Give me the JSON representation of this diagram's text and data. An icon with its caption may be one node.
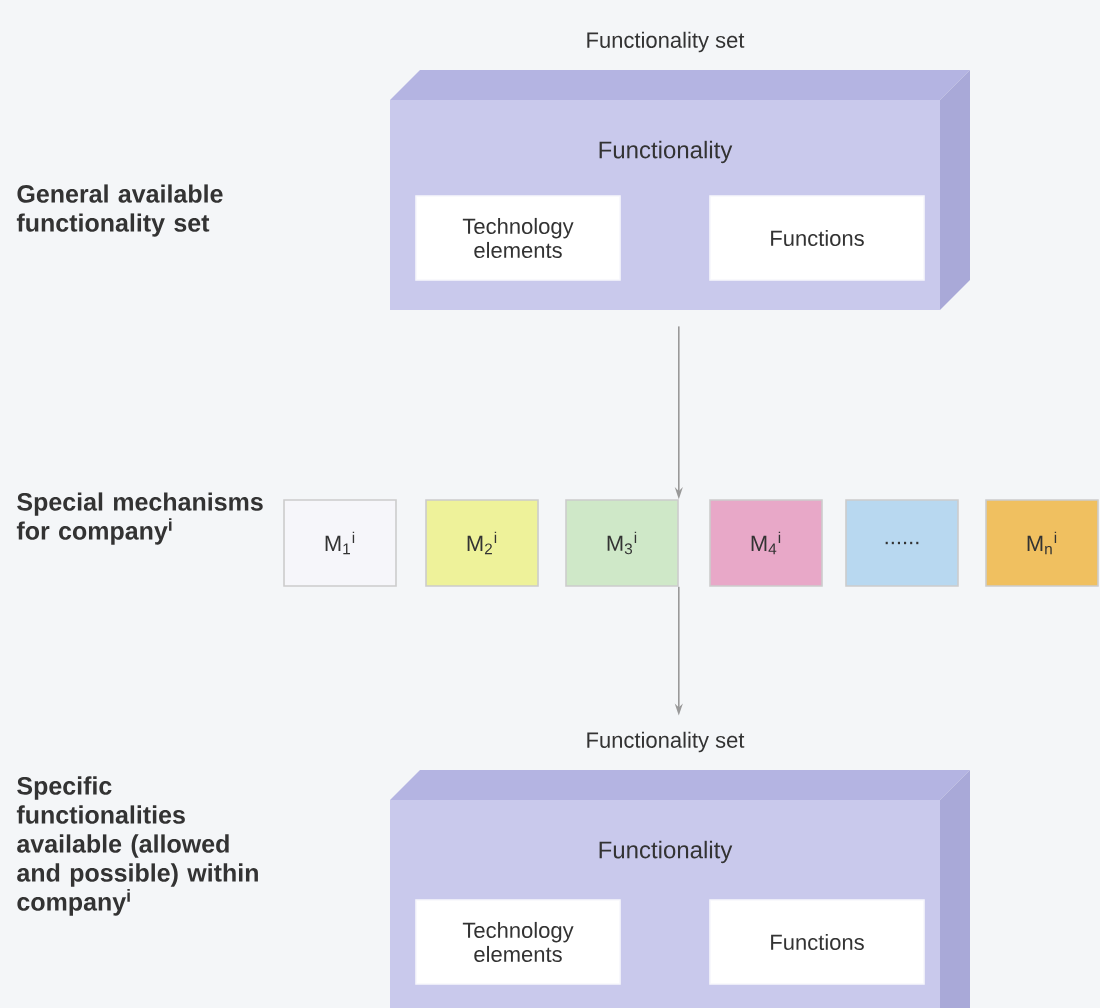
{
  "diagram": {
    "nodes": [
      {
        "text": [
          "Functionality set",
          "Functionality"
        ]
      },
      {
        "text": [
          "Technology elements"
        ],
        "in": 0
      },
      {
        "text": [
          "Functions"
        ],
        "in": 0
      },
      {
        "text": [
          "M$_{1}$$^{i}$"
        ]
      },
      {
        "text": [
          "M$_{2}$$^{i}$"
        ]
      },
      {
        "text": [
          "M$_{3}$$^{i}$"
        ]
      },
      {
        "text": [
          "M$_{4}$$^{i}$"
        ]
      },
      {
        "text": [
          "......"
        ]
      },
      {
        "text": [
          "M$_{n}$$^{i}$"
        ]
      },
      {
        "text": [
          "Functionality set",
          "Functionality"
        ]
      },
      {
        "text": [
          "Technology elements"
        ],
        "in": 9
      },
      {
        "text": [
          "Functions"
        ],
        "in": 9
      }
    ],
    "edges": [
      {
        "from": 0,
        "to": 5,
        "arrow": "to"
      },
      {
        "from": 5,
        "to": 9,
        "arrow": "to"
      }
    ],
    "labels": [
      "General available functionality set",
      "Special mechanisms for company$^{i}$",
      "Specific functionalities available (allowed and possible) within company$^{i}$"
    ]
  }
}
